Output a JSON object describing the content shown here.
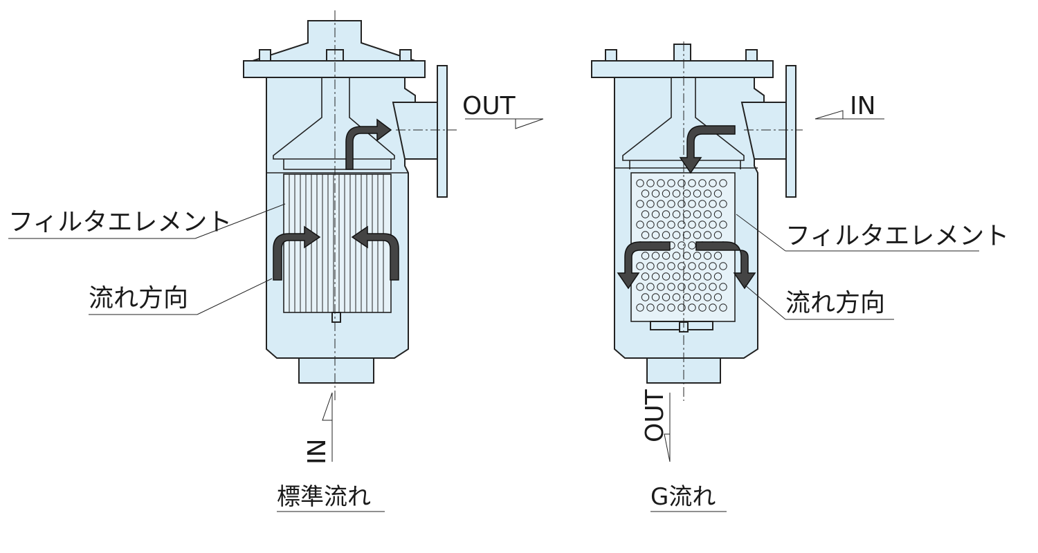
{
  "left_diagram": {
    "caption": "標準流れ",
    "inlet_label": "IN",
    "outlet_label": "OUT",
    "element_label": "フィルタエレメント",
    "flow_label": "流れ方向"
  },
  "right_diagram": {
    "caption": "G流れ",
    "inlet_label": "IN",
    "outlet_label": "OUT",
    "element_label": "フィルタエレメント",
    "flow_label": "流れ方向"
  },
  "colors": {
    "body": "#d8ecf6",
    "outline": "#222222",
    "arrow": "#444444"
  }
}
